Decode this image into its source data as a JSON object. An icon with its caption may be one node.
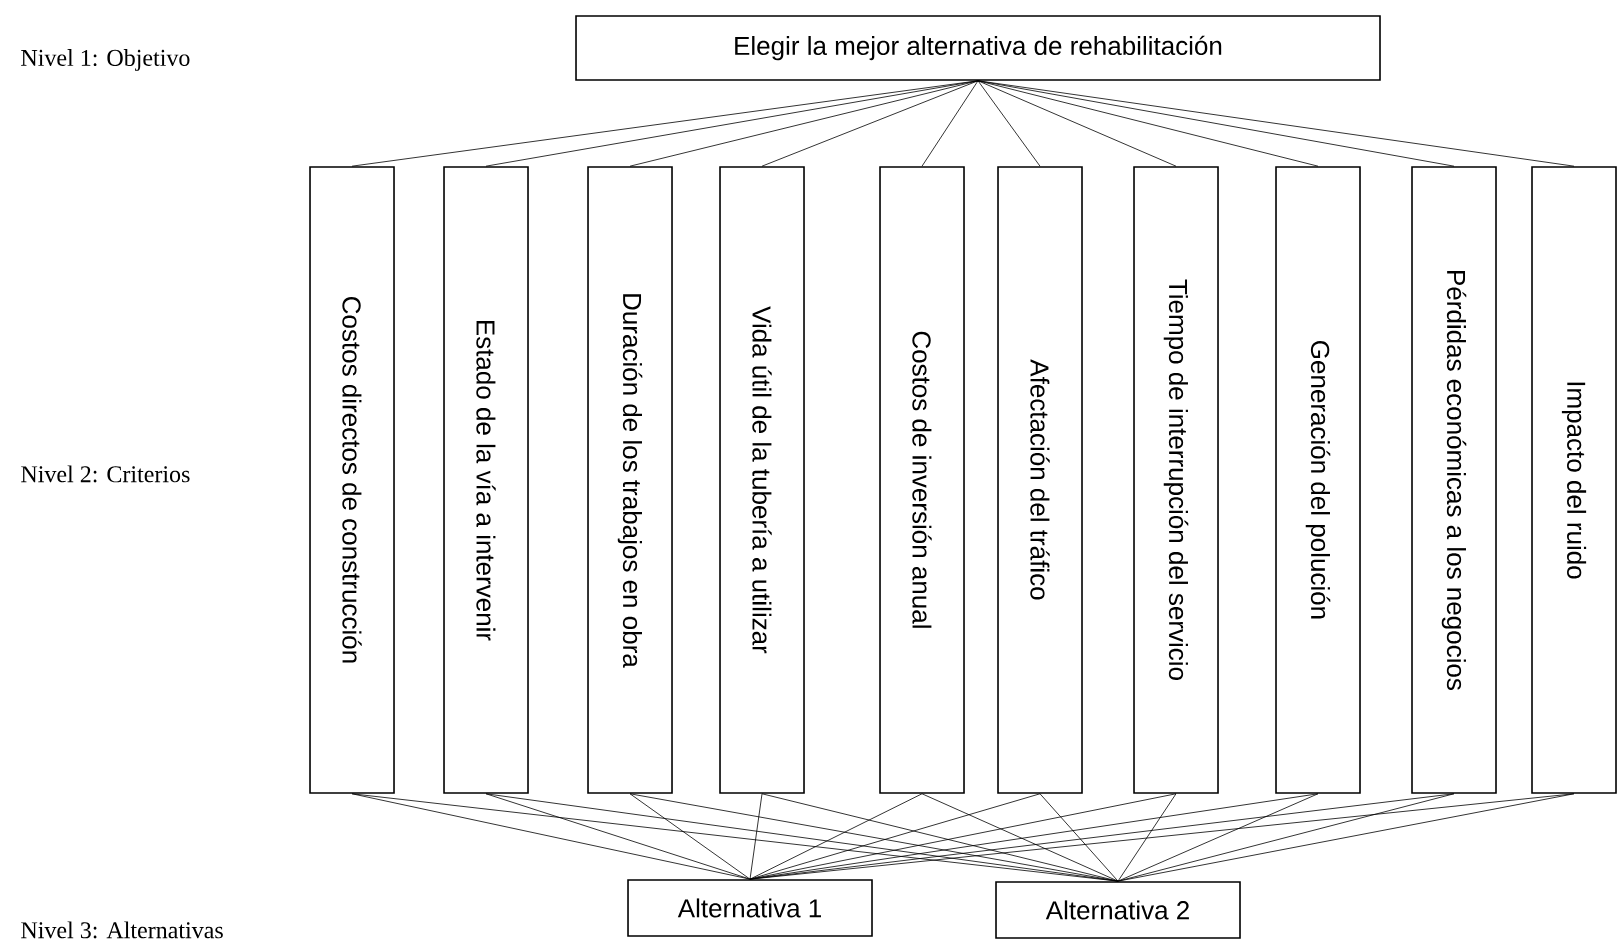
{
  "diagram": {
    "nodes": [
      {
        "text": [
          "Elegir la mejor alternativa de rehabilitación"
        ]
      },
      {
        "text": [
          "Costos directos de construcción"
        ]
      },
      {
        "text": [
          "Estado de la vía a intervenir"
        ]
      },
      {
        "text": [
          "Duración de los trabajos en obra"
        ]
      },
      {
        "text": [
          "Vida útil de la tubería a utilizar"
        ]
      },
      {
        "text": [
          "Costos de inversión anual"
        ]
      },
      {
        "text": [
          "Afectación del tráfico"
        ]
      },
      {
        "text": [
          "Tiempo de interrupción del servicio"
        ]
      },
      {
        "text": [
          "Generación del polución"
        ]
      },
      {
        "text": [
          "Pérdidas económicas a los negocios"
        ]
      },
      {
        "text": [
          "Impacto del ruido"
        ]
      },
      {
        "text": [
          "Alternativa 1"
        ]
      },
      {
        "text": [
          "Alternativa 2"
        ]
      }
    ],
    "edges": [
      {
        "from": 0,
        "to": 1,
        "arrow": "none"
      },
      {
        "from": 0,
        "to": 2,
        "arrow": "none"
      },
      {
        "from": 0,
        "to": 3,
        "arrow": "none"
      },
      {
        "from": 0,
        "to": 4,
        "arrow": "none"
      },
      {
        "from": 0,
        "to": 5,
        "arrow": "none"
      },
      {
        "from": 0,
        "to": 6,
        "arrow": "none"
      },
      {
        "from": 0,
        "to": 7,
        "arrow": "none"
      },
      {
        "from": 0,
        "to": 8,
        "arrow": "none"
      },
      {
        "from": 0,
        "to": 9,
        "arrow": "none"
      },
      {
        "from": 0,
        "to": 10,
        "arrow": "none"
      },
      {
        "from": 1,
        "to": 11,
        "arrow": "none"
      },
      {
        "from": 1,
        "to": 12,
        "arrow": "none"
      },
      {
        "from": 2,
        "to": 11,
        "arrow": "none"
      },
      {
        "from": 2,
        "to": 12,
        "arrow": "none"
      },
      {
        "from": 3,
        "to": 11,
        "arrow": "none"
      },
      {
        "from": 3,
        "to": 12,
        "arrow": "none"
      },
      {
        "from": 4,
        "to": 11,
        "arrow": "none"
      },
      {
        "from": 4,
        "to": 12,
        "arrow": "none"
      },
      {
        "from": 5,
        "to": 11,
        "arrow": "none"
      },
      {
        "from": 5,
        "to": 12,
        "arrow": "none"
      },
      {
        "from": 6,
        "to": 11,
        "arrow": "none"
      },
      {
        "from": 6,
        "to": 12,
        "arrow": "none"
      },
      {
        "from": 7,
        "to": 11,
        "arrow": "none"
      },
      {
        "from": 7,
        "to": 12,
        "arrow": "none"
      },
      {
        "from": 8,
        "to": 11,
        "arrow": "none"
      },
      {
        "from": 8,
        "to": 12,
        "arrow": "none"
      },
      {
        "from": 9,
        "to": 11,
        "arrow": "none"
      },
      {
        "from": 9,
        "to": 12,
        "arrow": "none"
      },
      {
        "from": 10,
        "to": 11,
        "arrow": "none"
      },
      {
        "from": 10,
        "to": 12,
        "arrow": "none"
      }
    ],
    "labels": [
      "Nivel 1: Objetivo",
      "Nivel 2: Criterios",
      "Nivel 3: Alternativas"
    ]
  }
}
